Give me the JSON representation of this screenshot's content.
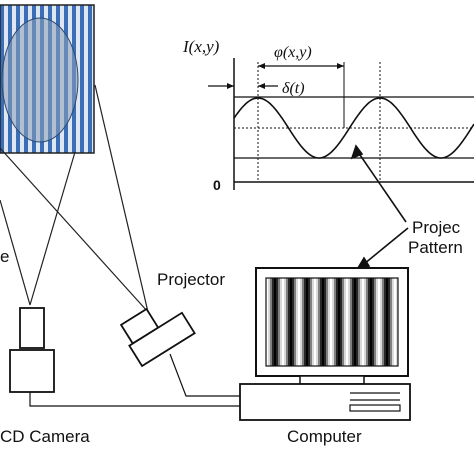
{
  "labels": {
    "intensity": "I(x,y)",
    "phase": "φ(x,y)",
    "shift": "δ(t)",
    "zero": "0",
    "projected_line1": "Projec",
    "projected_line2": "Pattern",
    "left_partial": "e",
    "projector": "Projector",
    "camera": "CD Camera",
    "computer": "Computer"
  },
  "colors": {
    "stripe_blue": "#3a6fb8",
    "stripe_light": "#dde6f2",
    "line": "#111111"
  },
  "icons": [
    "face-fringe-image",
    "ccd-camera-icon",
    "projector-icon",
    "computer-monitor-icon",
    "computer-base-icon"
  ]
}
